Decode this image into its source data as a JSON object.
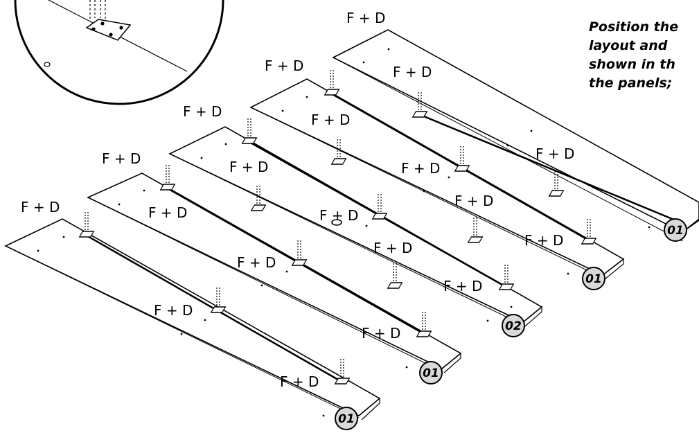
{
  "instruction_lines": [
    "Position the",
    "layout and",
    "shown in th",
    "the panels;"
  ],
  "panels": [
    {
      "id": "panel-1",
      "badge": "01",
      "labels": [
        "F + D",
        "F + D",
        "F + D"
      ]
    },
    {
      "id": "panel-2",
      "badge": "01",
      "labels": [
        "F + D",
        "F + D",
        "F + D",
        "F + D"
      ]
    },
    {
      "id": "panel-3",
      "badge": "02",
      "labels": [
        "F + D",
        "F + D",
        "F + D",
        "F + D",
        "F + D"
      ]
    },
    {
      "id": "panel-4",
      "badge": "01",
      "labels": [
        "F + D",
        "F + D",
        "F + D",
        "F + D"
      ]
    },
    {
      "id": "panel-5",
      "badge": "01",
      "labels": [
        "F + D",
        "F + D",
        "F + D",
        "F + D"
      ]
    }
  ],
  "colors": {
    "ink": "#000000",
    "paper": "#ffffff",
    "badge_fill": "#d9d9d9"
  }
}
